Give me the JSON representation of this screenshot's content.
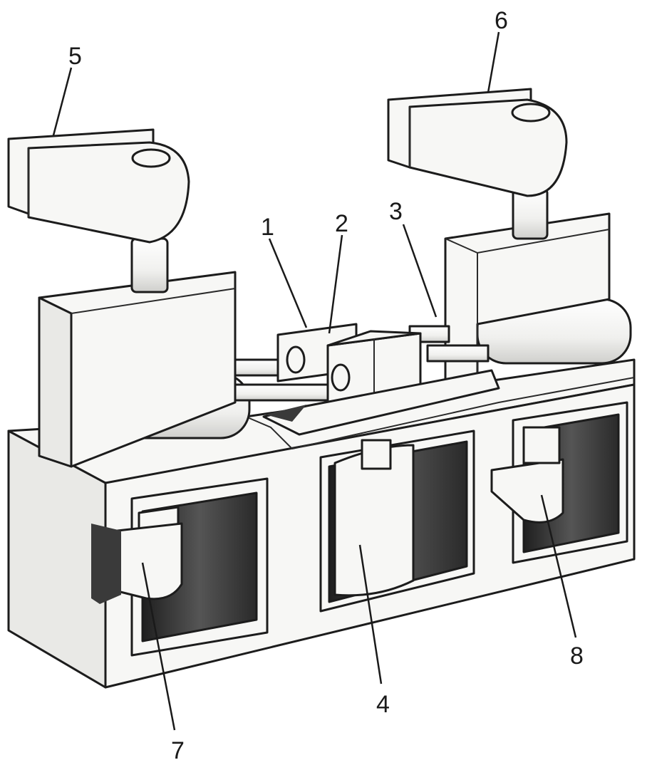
{
  "callouts": [
    {
      "id": "1",
      "label": "1"
    },
    {
      "id": "2",
      "label": "2"
    },
    {
      "id": "3",
      "label": "3"
    },
    {
      "id": "4",
      "label": "4"
    },
    {
      "id": "5",
      "label": "5"
    },
    {
      "id": "6",
      "label": "6"
    },
    {
      "id": "7",
      "label": "7"
    },
    {
      "id": "8",
      "label": "8"
    }
  ],
  "colors": {
    "line": "#1c1c1c",
    "face": "#f7f7f5",
    "cavity": "#3a3a3a",
    "background": "#ffffff"
  }
}
